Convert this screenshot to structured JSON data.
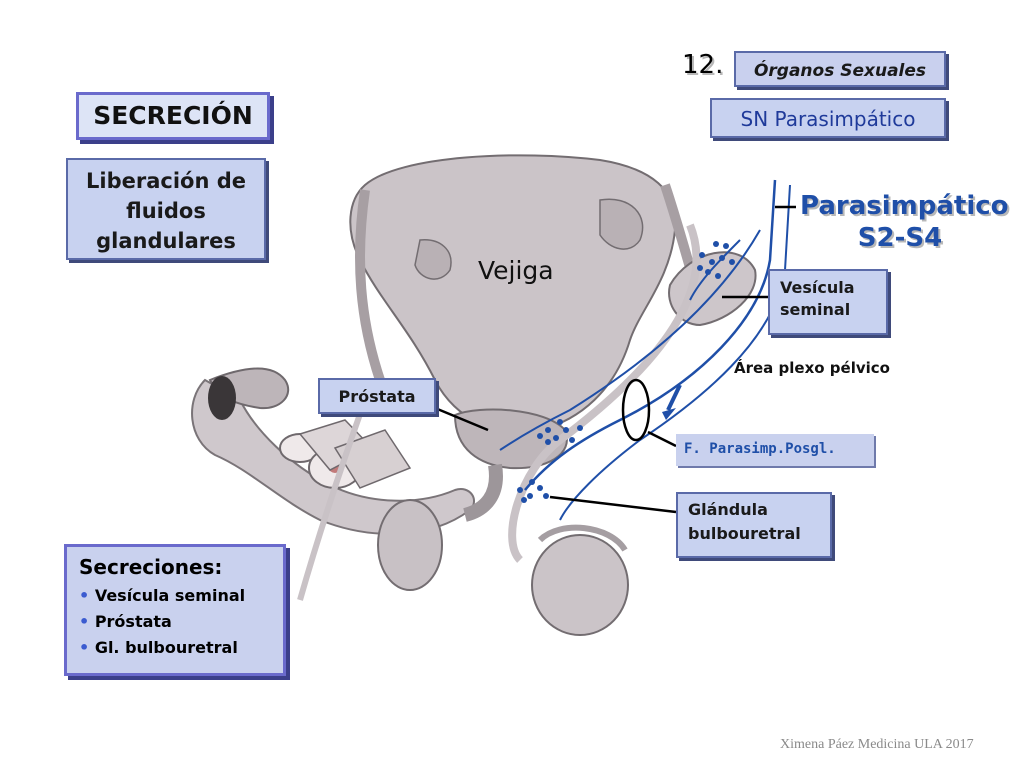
{
  "slide_number": "12.",
  "header": {
    "organs_label": "Órganos Sexuales",
    "sn_label": "SN Parasimpático"
  },
  "secrecion": {
    "title": "SECRECIÓN"
  },
  "liberacion": {
    "line1": "Liberación de",
    "line2": "fluidos",
    "line3": "glandulares"
  },
  "parasimpatico": {
    "line1": "Parasimpático",
    "line2": "S2-S4"
  },
  "labels": {
    "vejiga": "Vejiga",
    "vesicula_line1": "Vesícula",
    "vesicula_line2": "seminal",
    "area_plexo": "Área plexo pélvico",
    "prostata": "Próstata",
    "f_parasimp": "F. Parasimp.Posgl.",
    "glandula_line1": "Glándula",
    "glandula_line2": "bulbouretral"
  },
  "secreciones": {
    "title": "Secreciones:",
    "items": [
      "Vesícula seminal",
      "Próstata",
      "Gl. bulbouretral"
    ]
  },
  "credit": "Ximena Páez Medicina ULA 2017",
  "colors": {
    "box_fill": "#c8d2f0",
    "box_border": "#5a6aa8",
    "nerve_blue": "#1f4fa8",
    "tissue": "#c9c2c6",
    "parasimpatico_text": "#1f4fa8"
  }
}
